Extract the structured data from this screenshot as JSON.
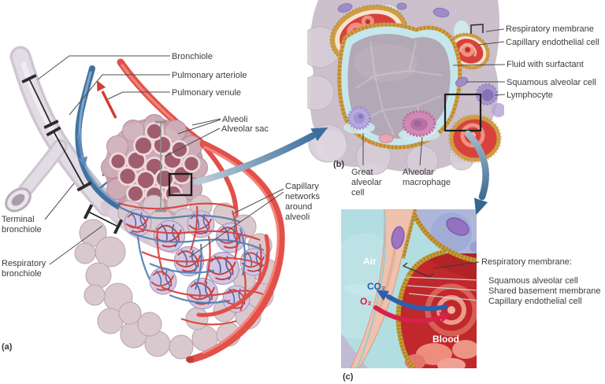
{
  "figure": {
    "description": "Anatomical diagram of alveoli, alveolar sacs and the respiratory membrane",
    "panel_a": {
      "tag": "(a)",
      "labels": {
        "bronchiole": "Bronchiole",
        "pulmonary_arteriole": "Pulmonary arteriole",
        "pulmonary_venule": "Pulmonary venule",
        "alveoli": "Alveoli",
        "alveolar_sac": "Alveolar sac",
        "capillary_networks": "Capillary networks around alveoli",
        "terminal_bronchiole": "Terminal bronchiole",
        "respiratory_bronchiole": "Respiratory bronchiole"
      }
    },
    "panel_b": {
      "tag": "(b)",
      "labels": {
        "respiratory_membrane": "Respiratory membrane",
        "capillary_endothelial_cell": "Capillary endothelial cell",
        "fluid_with_surfactant": "Fluid with surfactant",
        "squamous_alveolar_cell": "Squamous alveolar cell",
        "lymphocyte": "Lymphocyte",
        "great_alveolar_cell": "Great alveolar cell",
        "alveolar_macrophage": "Alveolar macrophage"
      }
    },
    "panel_c": {
      "tag": "(c)",
      "labels": {
        "respiratory_membrane_heading": "Respiratory membrane:",
        "squamous_alveolar_cell": "Squamous alveolar cell",
        "shared_basement_membrane": "Shared basement membrane",
        "capillary_endothelial_cell": "Capillary endothelial cell",
        "air": "Air",
        "co2": "CO₂",
        "o2": "O₂",
        "blood": "Blood"
      }
    },
    "colors": {
      "vessel_red": "#e25049",
      "vessel_blue": "#4d80b3",
      "alveoli_rose": "#a05e6d",
      "membrane_gold": "#c59a33",
      "surfactant_cyan": "#c5e7ec",
      "big_arrow_blue": "#3b6d9d",
      "co2_blue": "#2b5caa",
      "o2_red": "#d6224a",
      "label_text": "#3c3c3c"
    }
  }
}
